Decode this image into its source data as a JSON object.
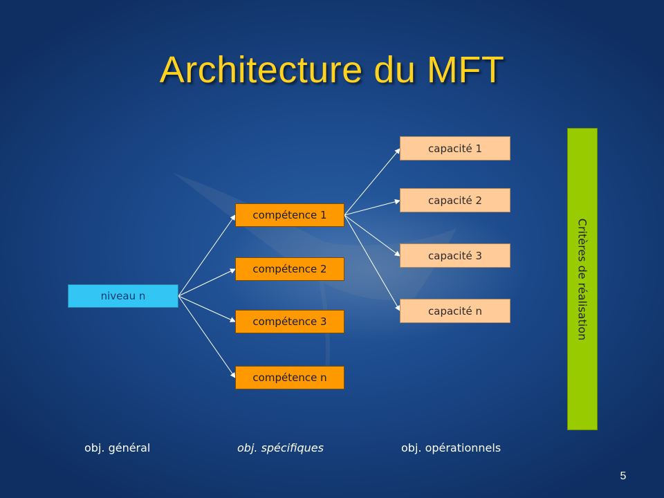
{
  "slide": {
    "title": "Architecture du MFT",
    "page_number": "5"
  },
  "diagram": {
    "root": {
      "label": "niveau n"
    },
    "competences": [
      {
        "label": "compétence 1"
      },
      {
        "label": "compétence 2"
      },
      {
        "label": "compétence 3"
      },
      {
        "label": "compétence n"
      }
    ],
    "capacites": [
      {
        "label": "capacité 1"
      },
      {
        "label": "capacité 2"
      },
      {
        "label": "capacité 3"
      },
      {
        "label": "capacité n"
      }
    ],
    "criteria_label": "Critères de réalisation",
    "column_labels": {
      "general": "obj. général",
      "specific": "obj. spécifiques",
      "operational": "obj. opérationnels"
    }
  },
  "colors": {
    "title": "#ffd21f",
    "root_box": "#33c6f4",
    "competence_box": "#ff9900",
    "capacite_box": "#ffcc99",
    "criteria_bar": "#99cc00",
    "connector": "#ffffff"
  }
}
